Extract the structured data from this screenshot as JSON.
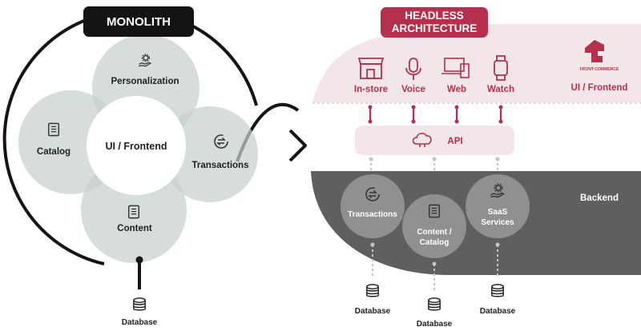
{
  "monolith": {
    "title": "MONOLITH",
    "center_label": "UI / Frontend",
    "circles": {
      "personalization": "Personalization",
      "catalog": "Catalog",
      "transactions": "Transactions",
      "content": "Content"
    },
    "database": "Database"
  },
  "headless": {
    "title_line1": "HEADLESS",
    "title_line2": "ARCHITECTURE",
    "brand": "FRONT-COMMERCE",
    "ui_label": "UI / Frontend",
    "channels": [
      "In-store",
      "Voice",
      "Web",
      "Watch"
    ],
    "api_label": "API",
    "backend_label": "Backend",
    "services": {
      "transactions": "Transactions",
      "content_line1": "Content /",
      "content_line2": "Catalog",
      "saas_line1": "SaaS",
      "saas_line2": "Services"
    },
    "databases": [
      "Database",
      "Database",
      "Database"
    ]
  },
  "colors": {
    "dark": "#141414",
    "accent": "#b5304c",
    "frontend_band": "#f2e6e8",
    "backend_band": "#5e5f5f",
    "circle_grey": "#d7dcdc",
    "service_circle": "#8f9191"
  }
}
